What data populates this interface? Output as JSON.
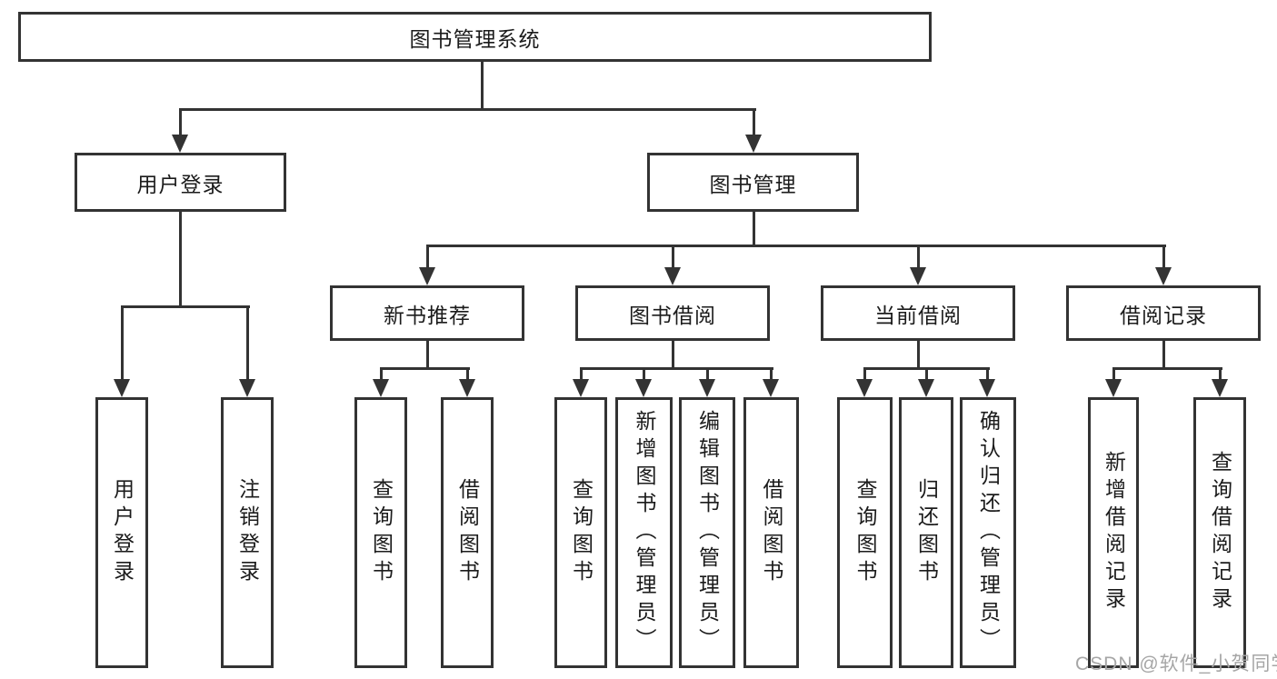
{
  "nodes": {
    "root": "图书管理系统",
    "user_login": "用户登录",
    "book_mgmt": "图书管理",
    "new_book_rec": "新书推荐",
    "book_borrow": "图书借阅",
    "current_borrow": "当前借阅",
    "borrow_records": "借阅记录",
    "ul_login": "用户登录",
    "ul_logout": "注销登录",
    "nb_query": "查询图书",
    "nb_borrow": "借阅图书",
    "bb_query": "查询图书",
    "bb_add": "新增图书（管理员）",
    "bb_edit": "编辑图书（管理员）",
    "bb_borrow": "借阅图书",
    "cb_query": "查询图书",
    "cb_return": "归还图书",
    "cb_confirm": "确认归还（管理员）",
    "br_add": "新增借阅记录",
    "br_query": "查询借阅记录"
  },
  "watermark": "CSDN @软件_小贺同学",
  "colors": {
    "line": "#333333",
    "text": "#1b1b1b",
    "watermark": "#a6a6a6",
    "background": "#ffffff"
  }
}
